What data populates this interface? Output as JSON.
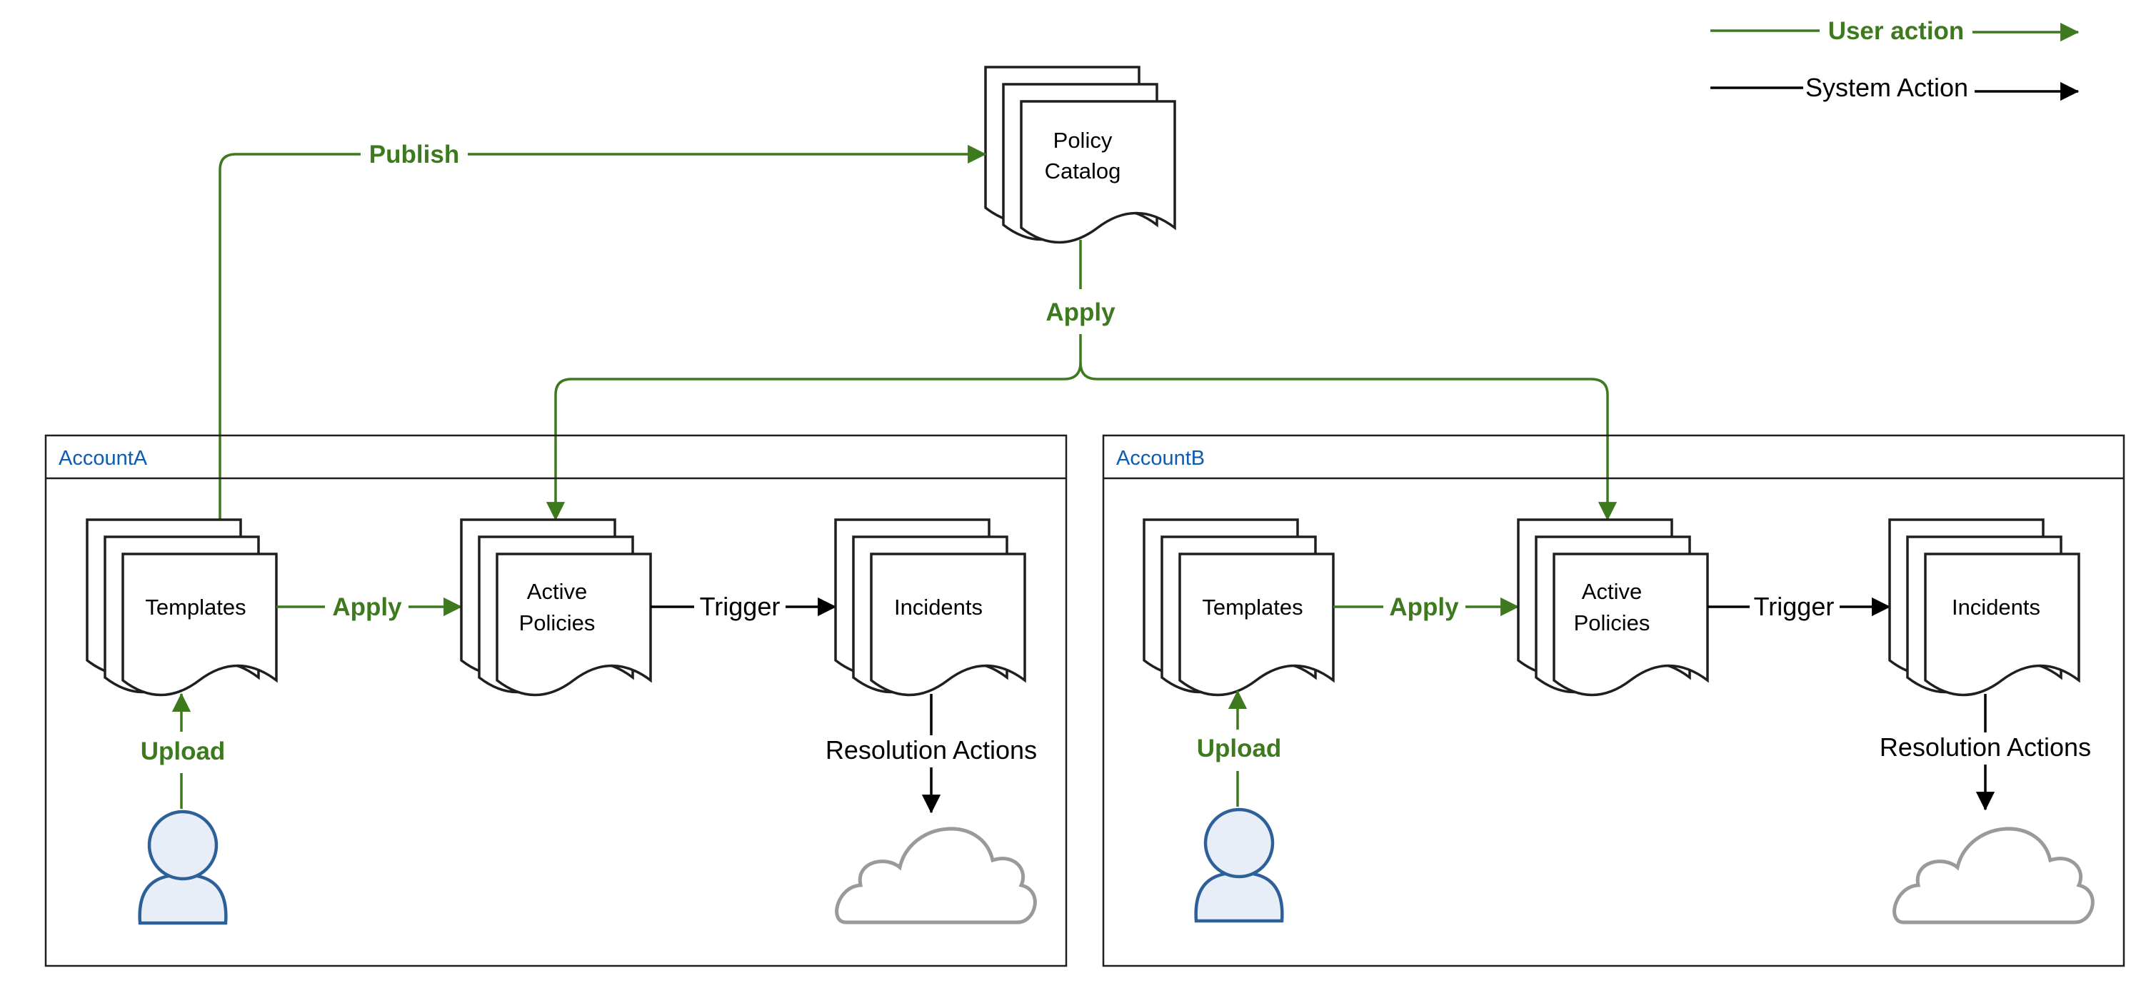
{
  "legend": {
    "user_action": "User action",
    "system_action": "System Action"
  },
  "catalog": {
    "line1": "Policy",
    "line2": "Catalog"
  },
  "flows": {
    "publish": "Publish",
    "catalog_apply": "Apply"
  },
  "accounts": [
    {
      "name": "AccountA",
      "templates": "Templates",
      "apply": "Apply",
      "active_line1": "Active",
      "active_line2": "Policies",
      "trigger": "Trigger",
      "incidents": "Incidents",
      "upload": "Upload",
      "resolution": "Resolution Actions"
    },
    {
      "name": "AccountB",
      "templates": "Templates",
      "apply": "Apply",
      "active_line1": "Active",
      "active_line2": "Policies",
      "trigger": "Trigger",
      "incidents": "Incidents",
      "upload": "Upload",
      "resolution": "Resolution Actions"
    }
  ],
  "colors": {
    "user_action": "#3d7a1e",
    "system_action": "#000000",
    "account_label": "#0b5cb4",
    "person": "#2d5f99",
    "cloud": "#9a9a9a"
  },
  "icons": {
    "user": "user-icon",
    "cloud": "cloud-icon",
    "document_stack": "document-stack-icon"
  }
}
